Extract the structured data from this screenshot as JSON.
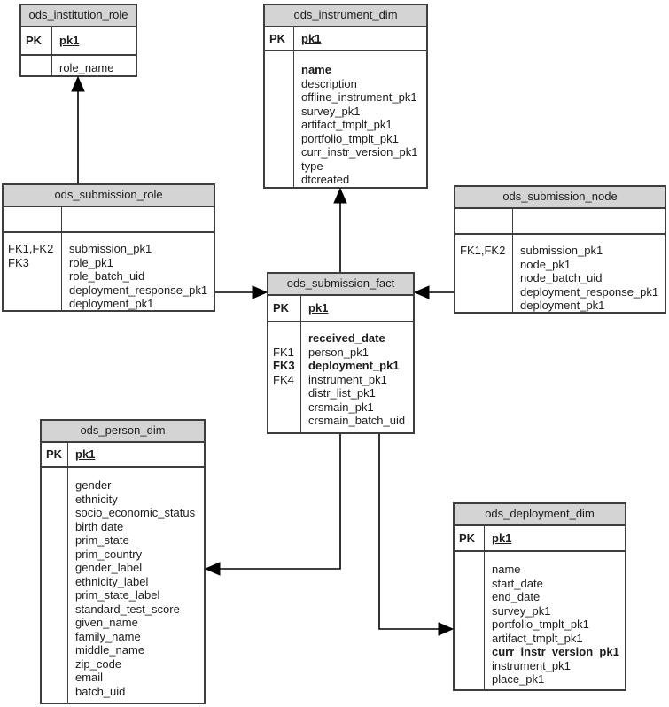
{
  "diagram": {
    "colors": {
      "header_bg": "#d4d4d4",
      "border": "#3e3e3e",
      "line": "#000000",
      "background": "#ffffff"
    },
    "tables": [
      {
        "id": "ods_institution_role",
        "title": "ods_institution_role",
        "pk": {
          "key": "PK",
          "field": "pk1"
        },
        "rows": [
          {
            "fk": "",
            "name": "role_name"
          }
        ]
      },
      {
        "id": "ods_instrument_dim",
        "title": "ods_instrument_dim",
        "pk": {
          "key": "PK",
          "field": "pk1"
        },
        "rows": [
          {
            "fk": "",
            "name": "name",
            "bold": true
          },
          {
            "fk": "",
            "name": "description"
          },
          {
            "fk": "",
            "name": "offline_instrument_pk1"
          },
          {
            "fk": "",
            "name": "survey_pk1"
          },
          {
            "fk": "",
            "name": "artifact_tmplt_pk1"
          },
          {
            "fk": "",
            "name": "portfolio_tmplt_pk1"
          },
          {
            "fk": "",
            "name": "curr_instr_version_pk1"
          },
          {
            "fk": "",
            "name": "type"
          },
          {
            "fk": "",
            "name": "dtcreated"
          }
        ]
      },
      {
        "id": "ods_submission_role",
        "title": "ods_submission_role",
        "pk": {
          "key": "",
          "field": ""
        },
        "rows": [
          {
            "fk": "FK1,FK2",
            "name": "submission_pk1"
          },
          {
            "fk": "FK3",
            "name": "role_pk1"
          },
          {
            "fk": "",
            "name": "role_batch_uid"
          },
          {
            "fk": "",
            "name": "deployment_response_pk1"
          },
          {
            "fk": "",
            "name": "deployment_pk1"
          }
        ]
      },
      {
        "id": "ods_submission_node",
        "title": "ods_submission_node",
        "pk": {
          "key": "",
          "field": ""
        },
        "rows": [
          {
            "fk": "FK1,FK2",
            "name": "submission_pk1"
          },
          {
            "fk": "",
            "name": "node_pk1"
          },
          {
            "fk": "",
            "name": "node_batch_uid"
          },
          {
            "fk": "",
            "name": "deployment_response_pk1"
          },
          {
            "fk": "",
            "name": "deployment_pk1"
          }
        ]
      },
      {
        "id": "ods_submission_fact",
        "title": "ods_submission_fact",
        "pk": {
          "key": "PK",
          "field": "pk1"
        },
        "rows": [
          {
            "fk": "",
            "name": "received_date",
            "bold": true
          },
          {
            "fk": "FK1",
            "name": "person_pk1"
          },
          {
            "fk": "FK3",
            "fk_bold": true,
            "name": "deployment_pk1",
            "bold": true
          },
          {
            "fk": "FK4",
            "name": "instrument_pk1"
          },
          {
            "fk": "",
            "name": "distr_list_pk1"
          },
          {
            "fk": "",
            "name": "crsmain_pk1"
          },
          {
            "fk": "",
            "name": "crsmain_batch_uid"
          }
        ]
      },
      {
        "id": "ods_person_dim",
        "title": "ods_person_dim",
        "pk": {
          "key": "PK",
          "field": "pk1"
        },
        "rows": [
          {
            "fk": "",
            "name": "gender"
          },
          {
            "fk": "",
            "name": "ethnicity"
          },
          {
            "fk": "",
            "name": "socio_economic_status"
          },
          {
            "fk": "",
            "name": "birth date"
          },
          {
            "fk": "",
            "name": "prim_state"
          },
          {
            "fk": "",
            "name": "prim_country"
          },
          {
            "fk": "",
            "name": "gender_label"
          },
          {
            "fk": "",
            "name": "ethnicity_label"
          },
          {
            "fk": "",
            "name": "prim_state_label"
          },
          {
            "fk": "",
            "name": "standard_test_score"
          },
          {
            "fk": "",
            "name": "given_name"
          },
          {
            "fk": "",
            "name": "family_name"
          },
          {
            "fk": "",
            "name": "middle_name"
          },
          {
            "fk": "",
            "name": "zip_code"
          },
          {
            "fk": "",
            "name": "email"
          },
          {
            "fk": "",
            "name": "batch_uid"
          }
        ]
      },
      {
        "id": "ods_deployment_dim",
        "title": "ods_deployment_dim",
        "pk": {
          "key": "PK",
          "field": "pk1"
        },
        "rows": [
          {
            "fk": "",
            "name": "name"
          },
          {
            "fk": "",
            "name": "start_date"
          },
          {
            "fk": "",
            "name": "end_date"
          },
          {
            "fk": "",
            "name": "survey_pk1"
          },
          {
            "fk": "",
            "name": "portfolio_tmplt_pk1"
          },
          {
            "fk": "",
            "name": "artifact_tmplt_pk1"
          },
          {
            "fk": "",
            "name": "curr_instr_version_pk1",
            "bold": true
          },
          {
            "fk": "",
            "name": "instrument_pk1"
          },
          {
            "fk": "",
            "name": "place_pk1"
          }
        ]
      }
    ],
    "relationships": [
      {
        "from": "ods_submission_role",
        "to": "ods_institution_role"
      },
      {
        "from": "ods_submission_role",
        "to": "ods_submission_fact"
      },
      {
        "from": "ods_submission_node",
        "to": "ods_submission_fact"
      },
      {
        "from": "ods_submission_fact",
        "to": "ods_instrument_dim"
      },
      {
        "from": "ods_submission_fact",
        "to": "ods_person_dim"
      },
      {
        "from": "ods_submission_fact",
        "to": "ods_deployment_dim"
      }
    ]
  }
}
